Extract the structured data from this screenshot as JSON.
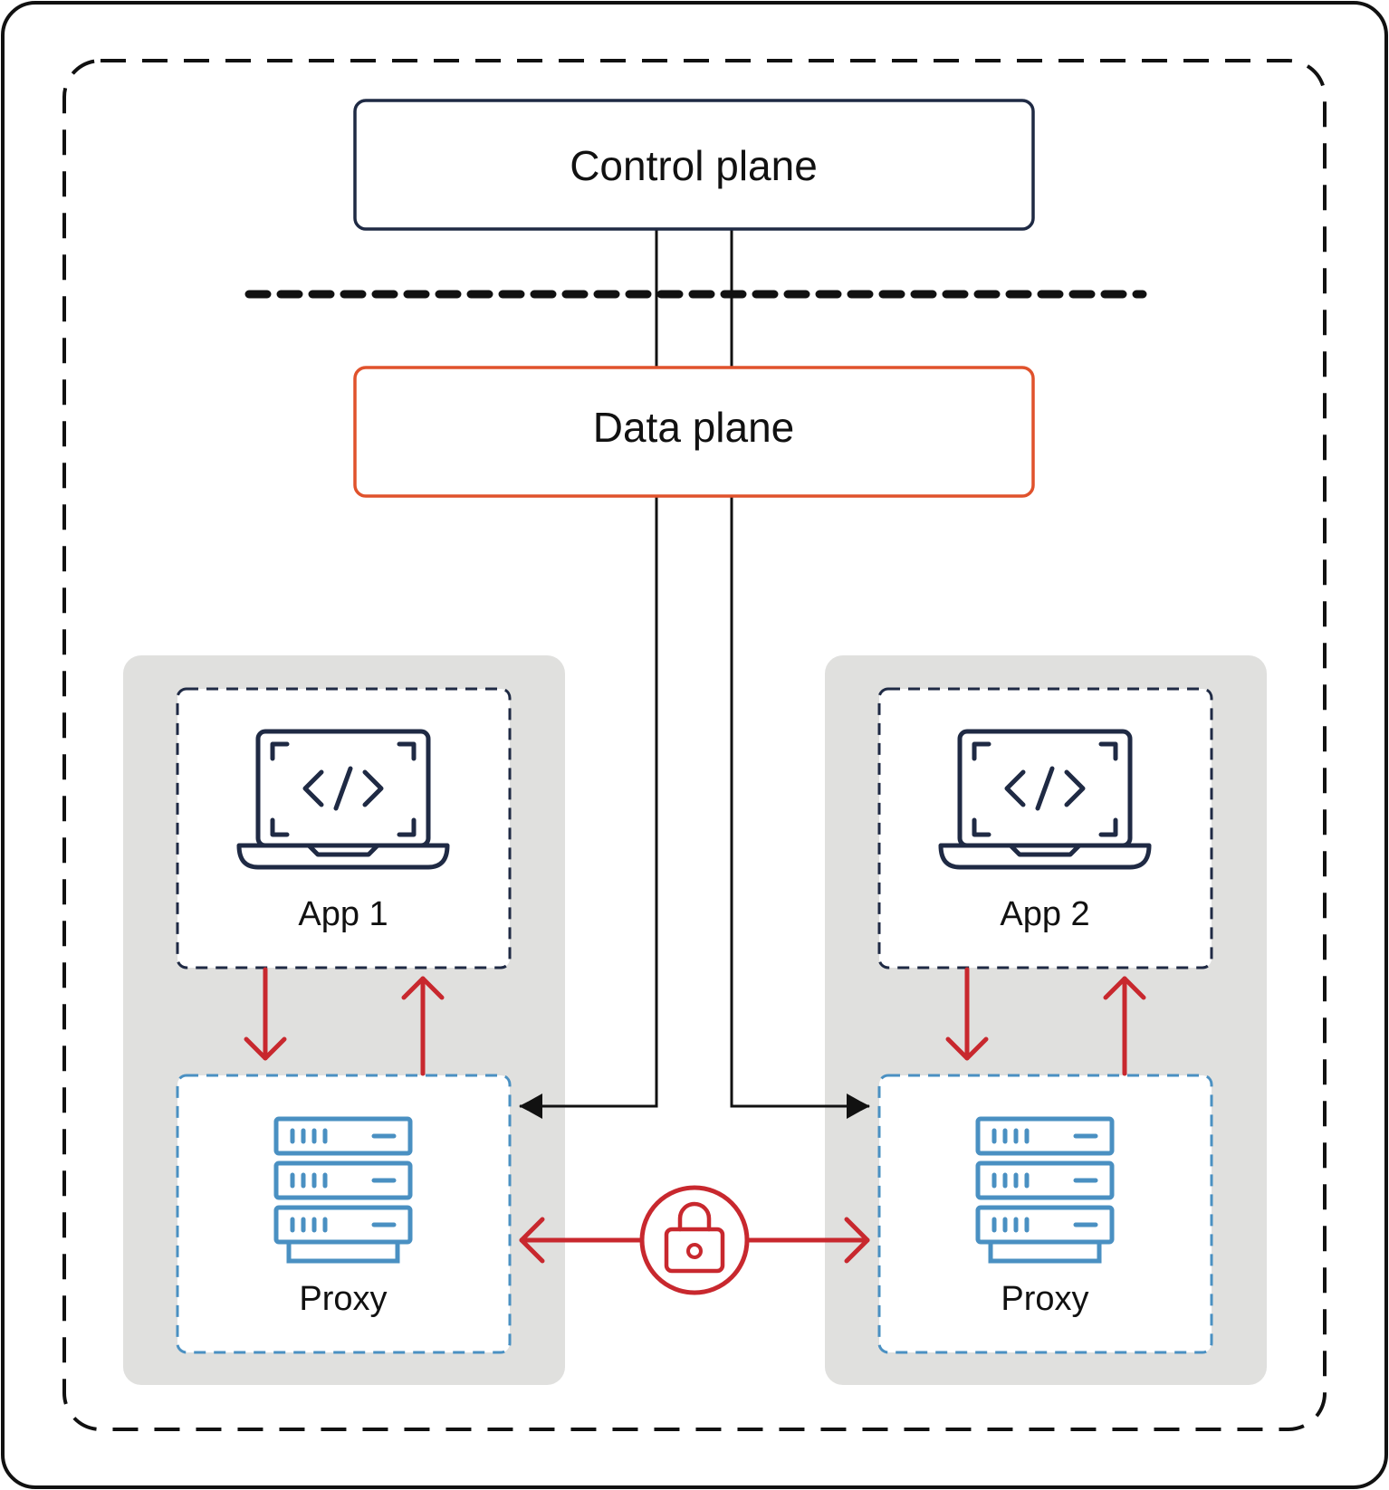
{
  "control_plane": {
    "label": "Control plane"
  },
  "data_plane": {
    "label": "Data plane"
  },
  "pod_left": {
    "app": {
      "label": "App 1",
      "icon": "laptop-code-icon"
    },
    "proxy": {
      "label": "Proxy",
      "icon": "server-stack-icon"
    }
  },
  "pod_right": {
    "app": {
      "label": "App 2",
      "icon": "laptop-code-icon"
    },
    "proxy": {
      "label": "Proxy",
      "icon": "server-stack-icon"
    }
  },
  "secure_link": {
    "icon": "lock-icon"
  },
  "colors": {
    "outline": "#1f2a44",
    "data_plane_border": "#e0522c",
    "proxy_border": "#4a90c2",
    "proxy_icon": "#4a90c2",
    "traffic": "#c8282e",
    "pod_background": "#e0e0de",
    "line": "#111111"
  }
}
